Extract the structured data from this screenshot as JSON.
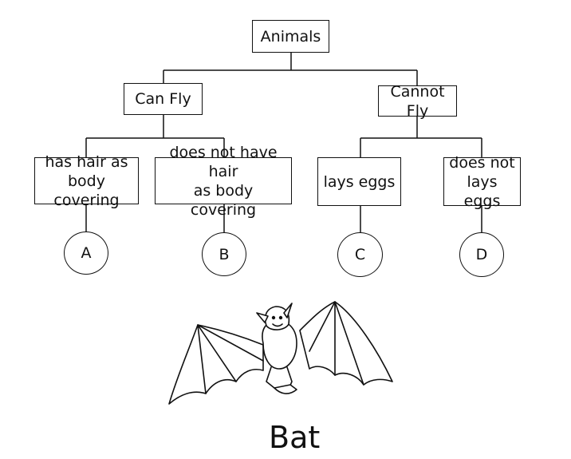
{
  "tree": {
    "root": "Animals",
    "can_fly": {
      "label": "Can Fly",
      "has_hair": {
        "label_line1": "has hair as",
        "label_line2": "body covering",
        "leaf": "A"
      },
      "no_hair": {
        "label_line1": "does not have hair",
        "label_line2": "as body covering",
        "leaf": "B"
      }
    },
    "cannot_fly": {
      "label": "Cannot Fly",
      "lays_eggs": {
        "label": "lays eggs",
        "leaf": "C"
      },
      "no_eggs": {
        "label_line1": "does not",
        "label_line2": "lays eggs",
        "leaf": "D"
      }
    }
  },
  "image": {
    "icon": "bat-icon",
    "caption": "Bat"
  }
}
